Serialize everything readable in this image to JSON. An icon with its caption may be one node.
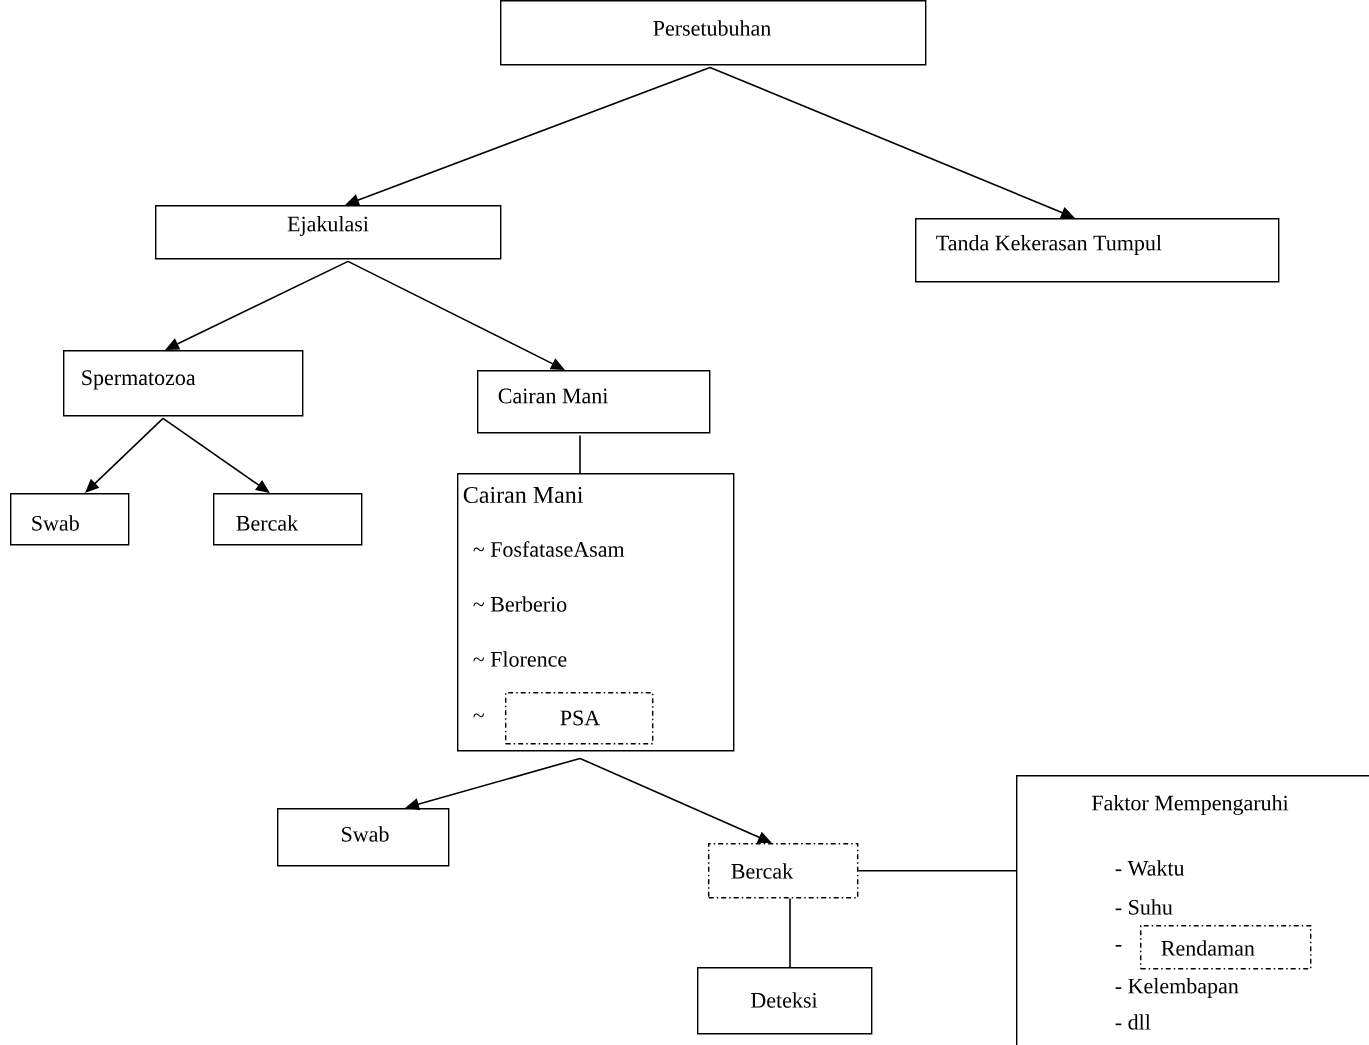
{
  "diagram": {
    "nodes": [
      {
        "text": [
          "Persetubuhan"
        ]
      },
      {
        "text": [
          "Ejakulasi"
        ]
      },
      {
        "text": [
          "Tanda Kekerasan Tumpul"
        ]
      },
      {
        "text": [
          "Spermatozoa"
        ]
      },
      {
        "text": [
          "Cairan Mani"
        ]
      },
      {
        "text": [
          "Swab"
        ]
      },
      {
        "text": [
          "Bercak"
        ]
      },
      {
        "text": [
          "Cairan Mani",
          "~ FosfataseAsam",
          "~ Berberio",
          "~ Florence",
          "~"
        ]
      },
      {
        "text": [
          "PSA"
        ],
        "in": 7
      },
      {
        "text": [
          "Swab"
        ]
      },
      {
        "text": [
          "Bercak"
        ]
      },
      {
        "text": [
          "Faktor Mempengaruhi",
          "- Waktu",
          "- Suhu",
          "-",
          "- Kelembapan",
          "- dll"
        ]
      },
      {
        "text": [
          "Rendaman"
        ],
        "in": 11
      },
      {
        "text": [
          "Deteksi"
        ]
      }
    ],
    "edges": [
      {
        "from": 0,
        "to": 1,
        "arrow": "to"
      },
      {
        "from": 0,
        "to": 2,
        "arrow": "to"
      },
      {
        "from": 1,
        "to": 3,
        "arrow": "to"
      },
      {
        "from": 1,
        "to": 4,
        "arrow": "to"
      },
      {
        "from": 3,
        "to": 5,
        "arrow": "to"
      },
      {
        "from": 3,
        "to": 6,
        "arrow": "to"
      },
      {
        "from": 4,
        "to": 7,
        "arrow": "none"
      },
      {
        "from": 7,
        "to": 9,
        "arrow": "to"
      },
      {
        "from": 7,
        "to": 10,
        "arrow": "to"
      },
      {
        "from": 10,
        "to": 11,
        "arrow": "none"
      },
      {
        "from": 10,
        "to": 13,
        "arrow": "none"
      }
    ]
  }
}
